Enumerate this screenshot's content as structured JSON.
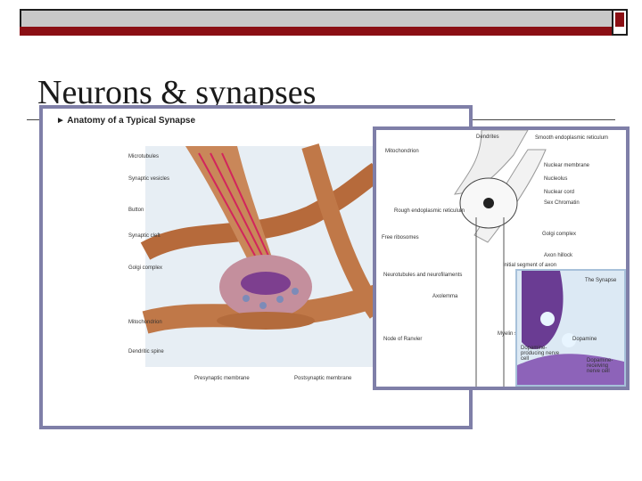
{
  "slide": {
    "title": "Neurons & synapses",
    "accent": "#8b0f14",
    "frame_color": "#7f7fa8"
  },
  "figure_synapse": {
    "heading": "► Anatomy of a Typical Synapse",
    "labels": [
      "Microtubules",
      "Synaptic vesicles",
      "Button",
      "Synaptic cleft",
      "Golgi complex",
      "Mitochondrion",
      "Dendritic spine",
      "Presynaptic membrane",
      "Postsynaptic membrane"
    ]
  },
  "figure_neuron": {
    "labels": [
      "Dendrites",
      "Mitochondrion",
      "Smooth endoplasmic reticulum",
      "Nuclear membrane",
      "Nucleolus",
      "Nuclear cord",
      "Sex Chromatin",
      "Rough endoplasmic reticulum",
      "Free ribosomes",
      "Golgi complex",
      "Axon hillock",
      "Initial segment of axon",
      "Neurotubules and neurofilaments",
      "Axolemma",
      "Node of Ranvier",
      "Myelin sheath"
    ]
  },
  "figure_inset": {
    "labels": [
      "The Synapse",
      "Dopamine",
      "Dopamine-producing nerve cell",
      "Dopamine-receiving nerve cell"
    ]
  }
}
